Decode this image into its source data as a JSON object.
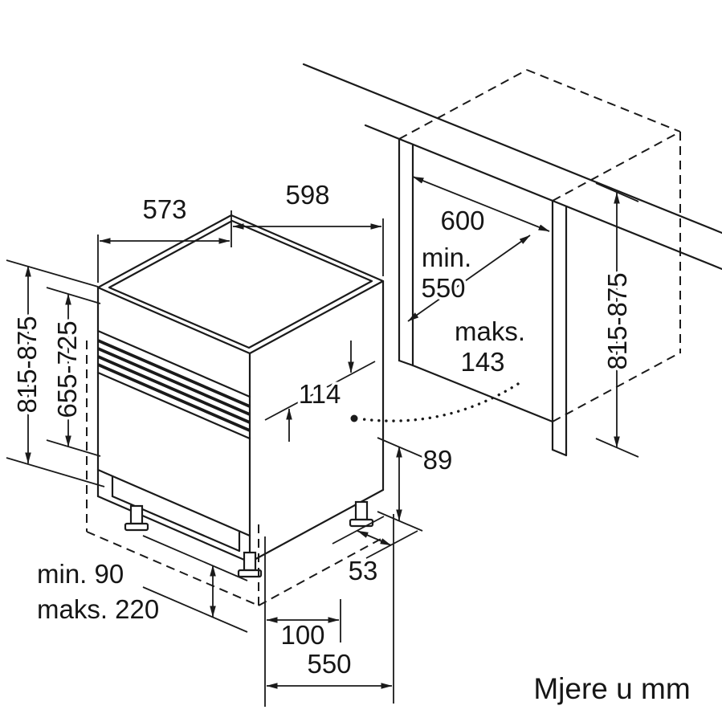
{
  "diagram": {
    "unit_note": "Mjere u mm",
    "dimensions": {
      "top_depth": "573",
      "top_width": "598",
      "niche_width": "600",
      "niche_depth_prefix": "min.",
      "niche_depth_value": "550",
      "niche_height": "815-875",
      "appliance_height": "815-875",
      "front_panel_height": "655-725",
      "control_panel_height": "114",
      "max_label": "maks.",
      "max_value": "143",
      "rear_base_height": "89",
      "rear_foot_offset": "53",
      "plinth_min": "min. 90",
      "plinth_max": "maks. 220",
      "front_clearance": "100",
      "base_depth": "550"
    },
    "colors": {
      "line": "#1a1a1a",
      "background": "#ffffff"
    }
  }
}
